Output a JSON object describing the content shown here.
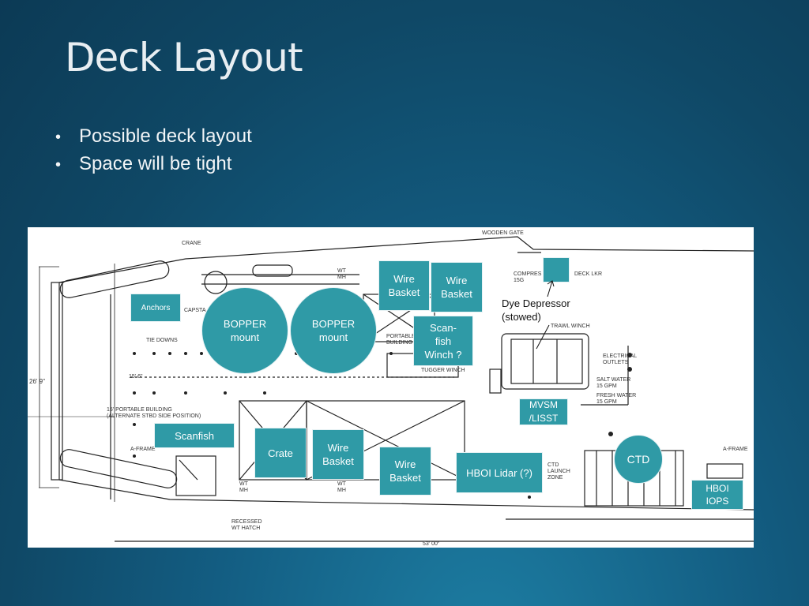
{
  "slide": {
    "title": "Deck Layout",
    "bullets": [
      "Possible deck layout",
      "Space will be tight"
    ]
  },
  "overlays": {
    "anchors": "Anchors",
    "bopper1": "BOPPER\nmount",
    "bopper2": "BOPPER\nmount",
    "wire_basket_1": "Wire\nBasket",
    "wire_basket_2": "Wire\nBasket",
    "scan_fish_winch": "Scan-\nfish\nWinch ?",
    "dye_depressor": "Dye Depressor\n(stowed)",
    "mvsm": "MVSM\n/LISST",
    "scanfish": "Scanfish",
    "crate": "Crate",
    "wire_basket_3": "Wire\nBasket",
    "wire_basket_4": "Wire\nBasket",
    "hboi_lidar": "HBOI Lidar (?)",
    "ctd": "CTD",
    "hboi_iops": "HBOI\nIOPS"
  },
  "drawing_labels": {
    "wooden_gate": "WOODEN GATE",
    "crane": "CRANE",
    "compressor": "COMPRES\n15G",
    "deck_lkr": "DECK LKR",
    "capstan": "CAPSTA",
    "tie_downs": "TIE DOWNS",
    "portable_building": "PORTABLE\nBUILDING",
    "trawl_winch": "TRAWL WINCH",
    "tugger_winch": "TUGGER WINCH",
    "electrical_outlets": "ELECTRICAL\nOUTLETS",
    "salt_water": "SALT WATER\n15 GPM",
    "fresh_water": "FRESH WATER\n15 GPM",
    "dim_15_6": "15' 6\"",
    "dim_26_9": "26' 9\"",
    "portable_building_alt": "15' PORTABLE BUILDING\n(ALTERNATE STBD SIDE POSITION)",
    "a_frame_left": "A-FRAME",
    "a_frame_right": "A-FRAME",
    "ctd_launch": "CTD\nLAUNCH\nZONE",
    "recessed_hatch": "RECESSED\nWT HATCH",
    "wt_mh_1": "WT\nMH",
    "wt_mh_2": "WT\nMH",
    "wt_mh_3": "WT\nMH",
    "dim_53": "53' 00\""
  },
  "colors": {
    "overlay_fill": "#2f9aa6",
    "background": "#135d82"
  }
}
